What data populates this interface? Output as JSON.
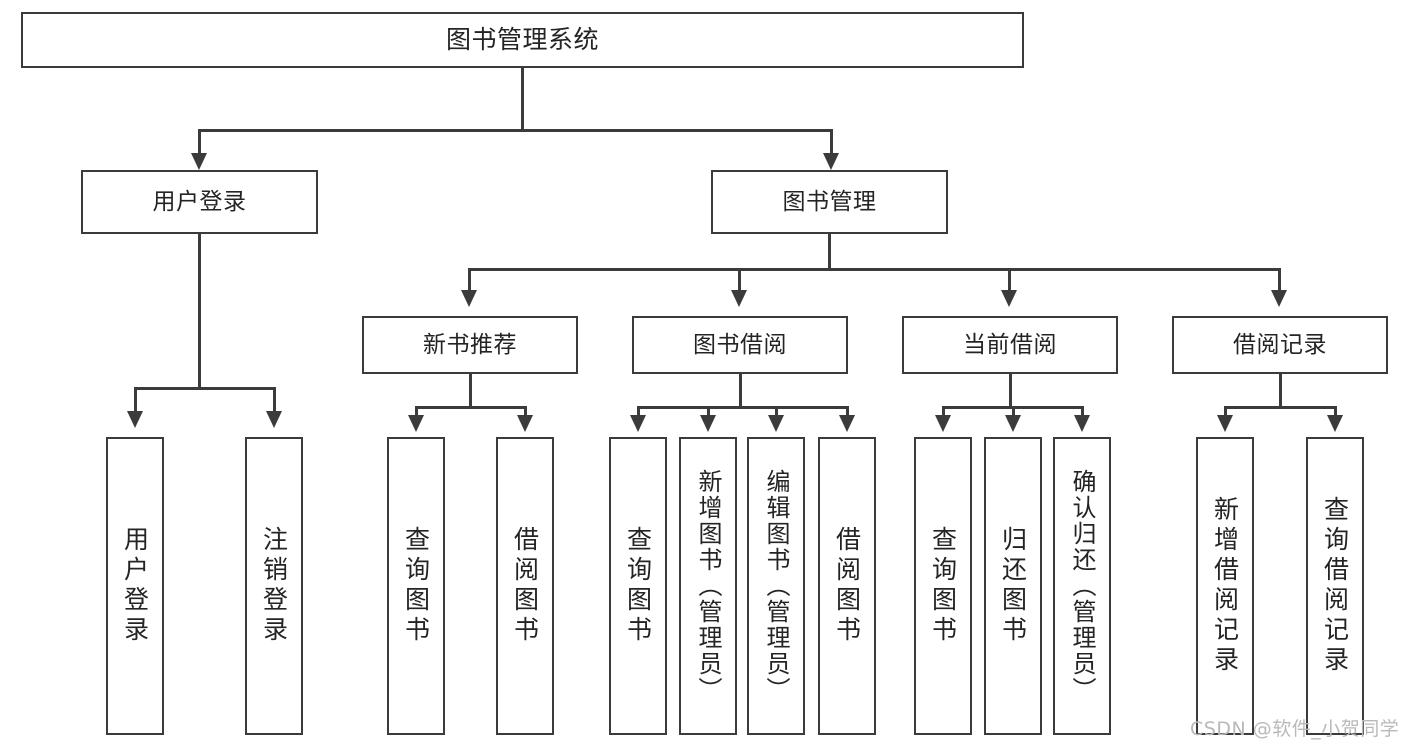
{
  "diagram": {
    "type": "tree",
    "title": "图书管理系统",
    "watermark": "CSDN @软件_小贺同学",
    "root": {
      "id": "root",
      "label": "图书管理系统"
    },
    "level2": [
      {
        "id": "user-login",
        "label": "用户登录"
      },
      {
        "id": "book-manage",
        "label": "图书管理"
      }
    ],
    "level3": [
      {
        "id": "new-book-recommend",
        "label": "新书推荐",
        "parent": "book-manage"
      },
      {
        "id": "book-borrow",
        "label": "图书借阅",
        "parent": "book-manage"
      },
      {
        "id": "current-borrow",
        "label": "当前借阅",
        "parent": "book-manage"
      },
      {
        "id": "borrow-record",
        "label": "借阅记录",
        "parent": "book-manage"
      }
    ],
    "leaves": [
      {
        "id": "leaf-user-login",
        "label": "用户登录",
        "parent": "user-login"
      },
      {
        "id": "leaf-logout-login",
        "label": "注销登录",
        "parent": "user-login"
      },
      {
        "id": "leaf-query-book-1",
        "label": "查询图书",
        "parent": "new-book-recommend"
      },
      {
        "id": "leaf-borrow-book-1",
        "label": "借阅图书",
        "parent": "new-book-recommend"
      },
      {
        "id": "leaf-query-book-2",
        "label": "查询图书",
        "parent": "book-borrow"
      },
      {
        "id": "leaf-add-book",
        "label": "新增图书（管理员）",
        "parent": "book-borrow"
      },
      {
        "id": "leaf-edit-book",
        "label": "编辑图书（管理员）",
        "parent": "book-borrow"
      },
      {
        "id": "leaf-borrow-book-2",
        "label": "借阅图书",
        "parent": "book-borrow"
      },
      {
        "id": "leaf-query-book-3",
        "label": "查询图书",
        "parent": "current-borrow"
      },
      {
        "id": "leaf-return-book",
        "label": "归还图书",
        "parent": "current-borrow"
      },
      {
        "id": "leaf-confirm-return",
        "label": "确认归还（管理员）",
        "parent": "current-borrow"
      },
      {
        "id": "leaf-add-record",
        "label": "新增借阅记录",
        "parent": "borrow-record"
      },
      {
        "id": "leaf-query-record",
        "label": "查询借阅记录",
        "parent": "borrow-record"
      }
    ],
    "colors": {
      "stroke": "#3b3b3b",
      "fill": "#ffffff",
      "text": "#242424",
      "watermark": "#b9b9b9"
    }
  }
}
